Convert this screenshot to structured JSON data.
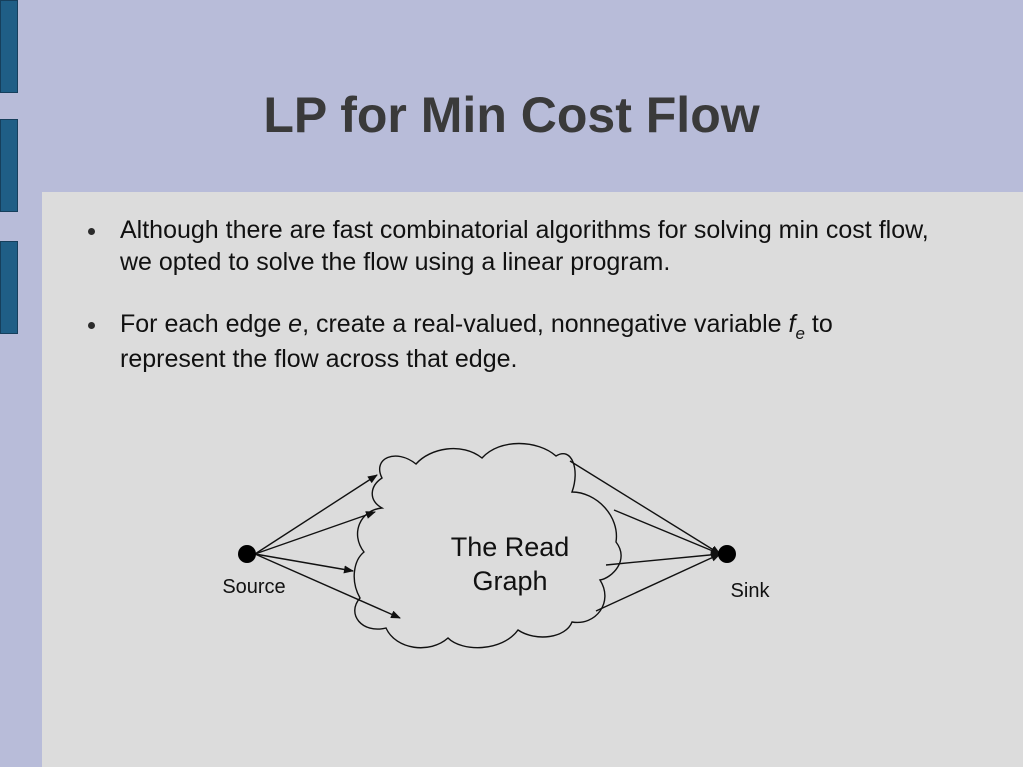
{
  "slide": {
    "title": "LP for Min Cost Flow",
    "bullets": [
      {
        "text": "Although there are fast combinatorial algorithms for solving min cost flow, we opted to solve the flow using a linear program."
      },
      {
        "part1": "For each edge ",
        "edge_var": "e",
        "part2": ", create a real-valued, nonnegative variable ",
        "flow_var": "f",
        "flow_sub": "e",
        "part3": " to represent the flow across that edge."
      }
    ]
  },
  "diagram": {
    "cloud_label_line1": "The Read",
    "cloud_label_line2": "Graph",
    "source_label": "Source",
    "sink_label": "Sink"
  },
  "colors": {
    "background": "#b8bcd9",
    "content_panel": "#dcdcdc",
    "side_bars": "#1f5e86",
    "title_text": "#3a3a3a"
  }
}
